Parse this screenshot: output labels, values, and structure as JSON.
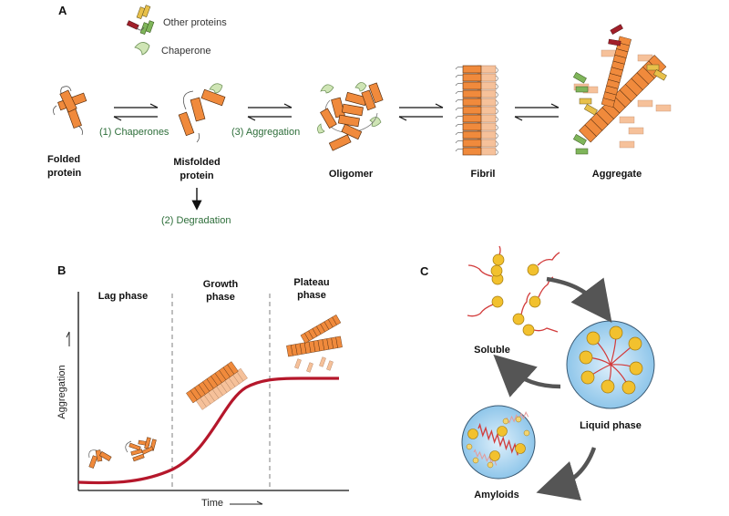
{
  "panels": {
    "a": {
      "letter": "A",
      "legend": [
        {
          "icon": "other-proteins-icon",
          "label": "Other proteins"
        },
        {
          "icon": "chaperone-icon",
          "label": "Chaperone"
        }
      ],
      "stages": [
        {
          "line1": "Folded",
          "line2": "protein"
        },
        {
          "line1": "Misfolded",
          "line2": "protein"
        },
        {
          "line1": "Oligomer",
          "line2": ""
        },
        {
          "line1": "Fibril",
          "line2": ""
        },
        {
          "line1": "Aggregate",
          "line2": ""
        }
      ],
      "processes": {
        "chaperones": "(1) Chaperones",
        "degradation": "(2) Degradation",
        "aggregation": "(3) Aggregation"
      }
    },
    "b": {
      "letter": "B",
      "phases": [
        {
          "line1": "Lag phase",
          "line2": ""
        },
        {
          "line1": "Growth",
          "line2": "phase"
        },
        {
          "line1": "Plateau",
          "line2": "phase"
        }
      ],
      "xlabel": "Time",
      "ylabel": "Aggregation"
    },
    "c": {
      "letter": "C",
      "states": {
        "soluble": "Soluble",
        "liquid": "Liquid phase",
        "amyloids": "Amyloids"
      }
    }
  },
  "colors": {
    "protein_orange": "#f08a3c",
    "protein_light": "#f6c19a",
    "curve_red": "#b5172b",
    "label_green": "#2e6e3a",
    "chaperone_green": "#cfe5b5",
    "droplet_blue": "#a9d3ee",
    "bead_yellow": "#f2c12e",
    "arrow_gray": "#555555"
  }
}
